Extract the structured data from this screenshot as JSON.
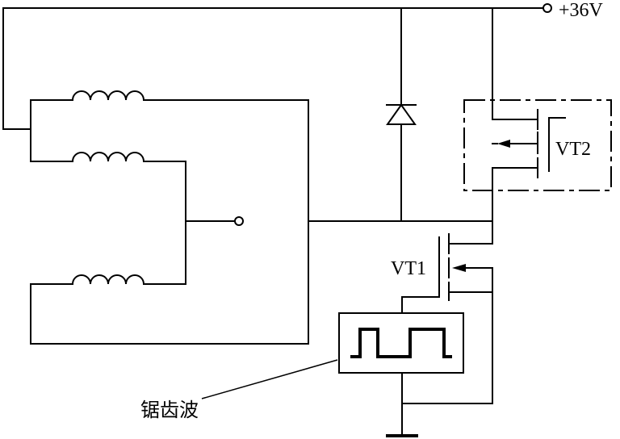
{
  "labels": {
    "supply": "+36V",
    "vt1": "VT1",
    "vt2": "VT2",
    "sawtooth": "锯齿波"
  },
  "icons": {
    "diode": "diode-icon",
    "coil": "inductor-coil-icon",
    "terminal": "terminal-circle-icon",
    "ground": "ground-icon",
    "square_wave": "square-wave-icon",
    "mosfet": "mosfet-icon"
  }
}
